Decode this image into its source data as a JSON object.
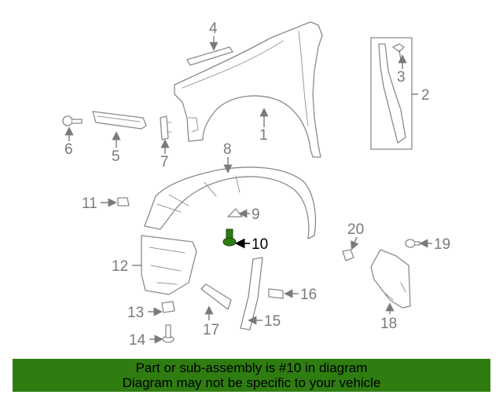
{
  "diagram": {
    "highlight_color": "#2e7d11",
    "callouts": [
      "1",
      "2",
      "3",
      "4",
      "5",
      "6",
      "7",
      "8",
      "9",
      "10",
      "11",
      "12",
      "13",
      "14",
      "15",
      "16",
      "17",
      "18",
      "19",
      "20"
    ],
    "highlighted_callout": "10"
  },
  "banner": {
    "color": "#2f7d11",
    "line1": "Part or sub-assembly is #10 in diagram",
    "line2": "Diagram may not be specific to your vehicle"
  }
}
